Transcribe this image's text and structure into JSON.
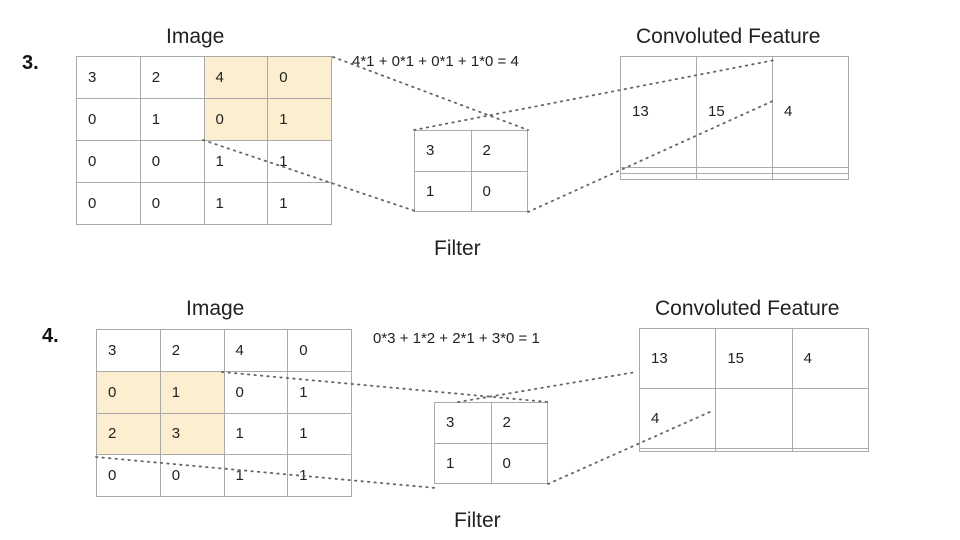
{
  "step3": {
    "number": "3.",
    "image_title": "Image",
    "filter_title": "Filter",
    "feature_title": "Convoluted Feature",
    "formula": "4*1 + 0*1 + 0*1 + 1*0 = 4",
    "image": [
      [
        "3",
        "2",
        "4",
        "0"
      ],
      [
        "0",
        "1",
        "0",
        "1"
      ],
      [
        "0",
        "0",
        "1",
        "1"
      ],
      [
        "0",
        "0",
        "1",
        "1"
      ]
    ],
    "highlighted_cells": [
      [
        0,
        2
      ],
      [
        0,
        3
      ],
      [
        1,
        2
      ],
      [
        1,
        3
      ]
    ],
    "filter": [
      [
        "3",
        "2"
      ],
      [
        "1",
        "0"
      ]
    ],
    "feature": [
      [
        "13",
        "15",
        "4"
      ],
      [
        "",
        "",
        ""
      ],
      [
        "",
        "",
        ""
      ]
    ],
    "highlight_color": "#fcefcf"
  },
  "step4": {
    "number": "4.",
    "image_title": "Image",
    "filter_title": "Filter",
    "feature_title": "Convoluted Feature",
    "formula": "0*3 + 1*2 + 2*1 + 3*0 = 1",
    "image": [
      [
        "3",
        "2",
        "4",
        "0"
      ],
      [
        "0",
        "1",
        "0",
        "1"
      ],
      [
        "2",
        "3",
        "1",
        "1"
      ],
      [
        "0",
        "0",
        "1",
        "1"
      ]
    ],
    "highlighted_cells": [
      [
        1,
        0
      ],
      [
        1,
        1
      ],
      [
        2,
        0
      ],
      [
        2,
        1
      ]
    ],
    "filter": [
      [
        "3",
        "2"
      ],
      [
        "1",
        "0"
      ]
    ],
    "feature": [
      [
        "13",
        "15",
        "4"
      ],
      [
        "4",
        "",
        ""
      ],
      [
        "",
        "",
        ""
      ]
    ],
    "highlight_color": "#fcefcf"
  }
}
